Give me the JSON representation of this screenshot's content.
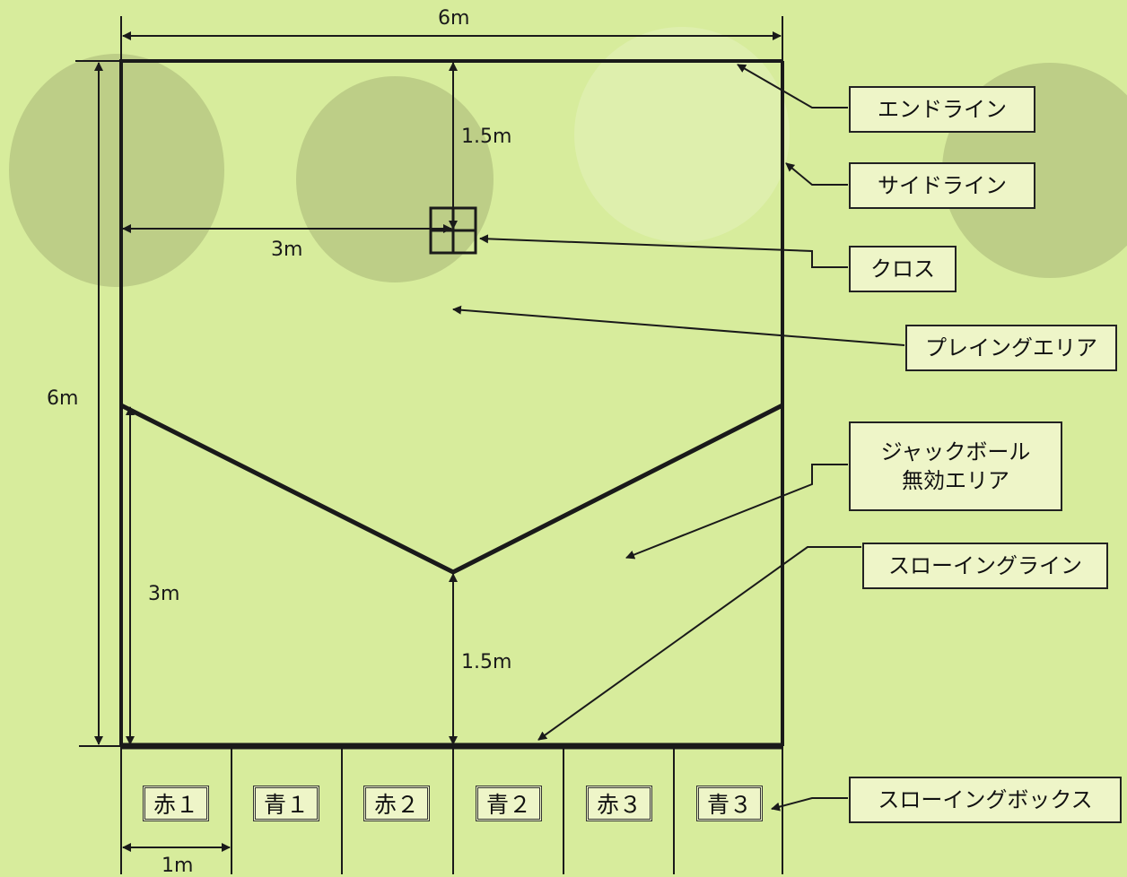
{
  "dimensions": {
    "court_width": "6m",
    "court_length": "6m",
    "cross_from_end": "1.5m",
    "cross_from_side": "3m",
    "v_depth": "3m",
    "v_apex_from_throw": "1.5m",
    "box_width": "1m"
  },
  "labels": {
    "end_line": "エンドライン",
    "side_line": "サイドライン",
    "cross": "クロス",
    "playing_area": "プレイングエリア",
    "jack_invalid_line1": "ジャックボール",
    "jack_invalid_line2": "無効エリア",
    "throwing_line": "スローイングライン",
    "throwing_box": "スローイングボックス"
  },
  "boxes": [
    "赤１",
    "青１",
    "赤２",
    "青２",
    "赤３",
    "青３"
  ],
  "colors": {
    "background": "#d7ec9c",
    "line": "#1a1a1a",
    "callout_fill": "#eef5c8"
  }
}
